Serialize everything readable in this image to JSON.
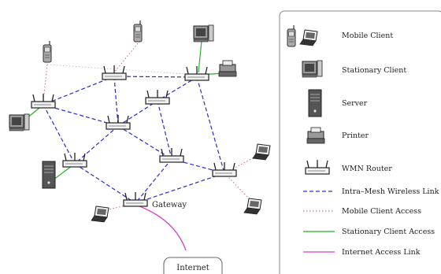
{
  "labels": {
    "gateway": "Gateway",
    "internet": "Internet"
  },
  "legend": {
    "items": [
      {
        "icon": "mobile-client-icon",
        "label": "Mobile Client"
      },
      {
        "icon": "stationary-client-icon",
        "label": "Stationary Client"
      },
      {
        "icon": "server-icon",
        "label": "Server"
      },
      {
        "icon": "printer-icon",
        "label": "Printer"
      },
      {
        "icon": "wmn-router-icon",
        "label": "WMN Router"
      },
      {
        "icon": "intra-mesh-link-line",
        "label": "Intra–Mesh Wireless Link",
        "color": "#2a2ad0"
      },
      {
        "icon": "mobile-client-access-line",
        "label": "Mobile Client Access",
        "color": "#c06070"
      },
      {
        "icon": "stationary-client-access-line",
        "label": "Stationary Client Access",
        "color": "#22b422"
      },
      {
        "icon": "internet-access-line",
        "label": "Internet Access Link",
        "color": "#d040d0"
      }
    ]
  },
  "colors": {
    "mesh_link": "#2a2ad0",
    "mobile_access": "#c06070",
    "stationary_access": "#22b422",
    "internet_link": "#d040d0",
    "legend_border": "#888888"
  }
}
